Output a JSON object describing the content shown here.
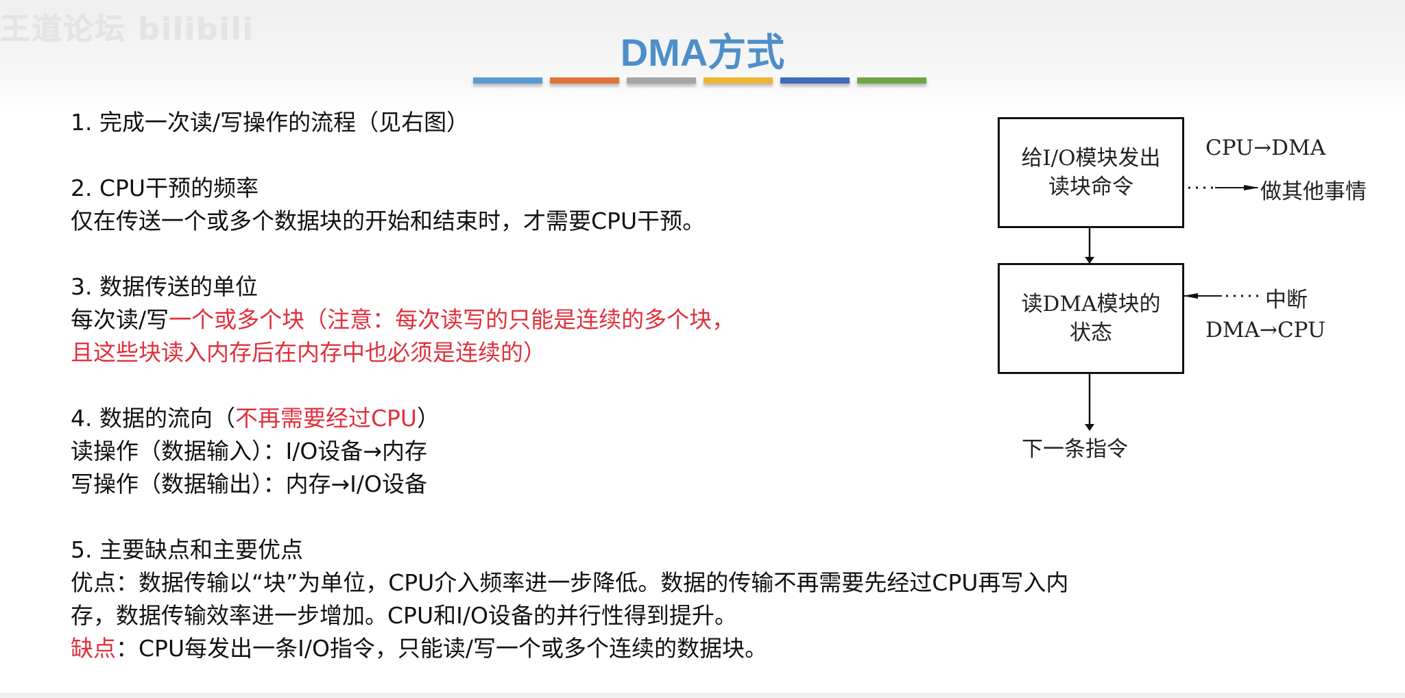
{
  "watermark": "王道论坛 bilibili",
  "title": "DMA方式",
  "title_color": "#4f8fc8",
  "color_bars": [
    "#5b9bd5",
    "#e2743a",
    "#a5a5a5",
    "#f1b631",
    "#3f6bbf",
    "#6ea544"
  ],
  "red_color": "#e0303c",
  "sections": {
    "s1": {
      "heading": "1. 完成一次读/写操作的流程（见右图）"
    },
    "s2": {
      "heading": "2. CPU干预的频率",
      "body": "仅在传送一个或多个数据块的开始和结束时，才需要CPU干预。"
    },
    "s3": {
      "heading": "3. 数据传送的单位",
      "body_prefix": "每次读/写",
      "body_red_1": "一个或多个块（注意：每次读写的只能是连续的多个块，",
      "body_red_2": "且这些块读入内存后在内存中也必须是连续的）"
    },
    "s4": {
      "heading_prefix": "4. 数据的流向（",
      "heading_red": "不再需要经过CPU",
      "heading_suffix": "）",
      "read_line": "读操作（数据输入）：I/O设备→内存",
      "write_line": "写操作（数据输出）：内存→I/O设备"
    },
    "s5": {
      "heading": "5. 主要缺点和主要优点",
      "pros_line1": "优点：数据传输以“块”为单位，CPU介入频率进一步降低。数据的传输不再需要先经过CPU再写入内",
      "pros_line2": "存，数据传输效率进一步增加。CPU和I/O设备的并行性得到提升。",
      "cons_label": "缺点",
      "cons_text": "：CPU每发出一条I/O指令，只能读/写一个或多个连续的数据块。"
    }
  },
  "flowchart": {
    "box1_line1": "给I/O模块发出",
    "box1_line2": "读块命令",
    "box2_line1": "读DMA模块的",
    "box2_line2": "状态",
    "label_cpu_dma": "CPU→DMA",
    "label_other": "做其他事情",
    "label_interrupt": "中断",
    "label_dma_cpu": "DMA→CPU",
    "label_next": "下一条指令"
  }
}
